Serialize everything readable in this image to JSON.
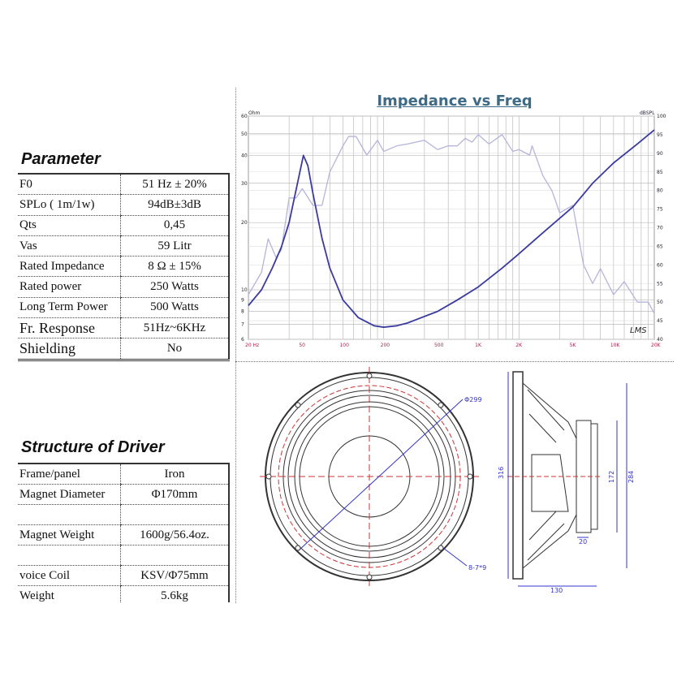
{
  "parameter": {
    "title": "Parameter",
    "rows": [
      {
        "label": "F0",
        "value": "51 Hz ± 20%"
      },
      {
        "label": "SPLo ( 1m/1w)",
        "value": "94dB±3dB"
      },
      {
        "label": "Qts",
        "value": "0,45"
      },
      {
        "label": "Vas",
        "value": "59 Litr"
      },
      {
        "label": "Rated Impedance",
        "value": "8 Ω ± 15%"
      },
      {
        "label": "Rated power",
        "value": "250 Watts"
      },
      {
        "label": "Long Term Power",
        "value": "500 Watts"
      },
      {
        "label": "Fr. Response",
        "value": "51Hz~6KHz"
      },
      {
        "label": "Shielding",
        "value": "No"
      }
    ]
  },
  "structure": {
    "title": "Structure of Driver",
    "rows": [
      {
        "label": "Frame/panel",
        "value": "Iron"
      },
      {
        "label": "Magnet Diameter",
        "value": "Φ170mm"
      },
      {
        "label": "",
        "value": ""
      },
      {
        "label": "Magnet Weight",
        "value": "1600g/56.4oz."
      },
      {
        "label": "",
        "value": ""
      },
      {
        "label": "voice Coil",
        "value": "KSV/Φ75mm"
      },
      {
        "label": "Weight",
        "value": "5.6kg"
      }
    ]
  },
  "drawing": {
    "dim_diameter": "Φ299",
    "dim_holes": "8-7*9",
    "dim_316": "316",
    "dim_172": "172",
    "dim_284": "284",
    "dim_20": "20",
    "dim_130": "130"
  },
  "chart_data": {
    "type": "line",
    "title": "Impedance vs Freq",
    "left_unit": "Ohm",
    "right_unit": "dBSPL",
    "watermark": "LMS",
    "xscale": "log",
    "xlim": [
      20,
      20000
    ],
    "x_ticks": [
      {
        "v": 20,
        "label": "20  Hz"
      },
      {
        "v": 50,
        "label": "50"
      },
      {
        "v": 100,
        "label": "100"
      },
      {
        "v": 200,
        "label": "200"
      },
      {
        "v": 500,
        "label": "500"
      },
      {
        "v": 1000,
        "label": "1K"
      },
      {
        "v": 2000,
        "label": "2K"
      },
      {
        "v": 5000,
        "label": "5K"
      },
      {
        "v": 10000,
        "label": "10K"
      },
      {
        "v": 20000,
        "label": "20K"
      }
    ],
    "ylim_left": [
      6,
      60
    ],
    "y_ticks_left": [
      6,
      7,
      8,
      9,
      10,
      20,
      30,
      40,
      50,
      60
    ],
    "ylim_right": [
      40,
      100
    ],
    "y_ticks_right": [
      40,
      45,
      50,
      55,
      60,
      65,
      70,
      75,
      80,
      85,
      90,
      95,
      100
    ],
    "series": [
      {
        "name": "Impedance",
        "axis": "left",
        "color": "#3a3aa0",
        "points": [
          [
            20,
            8.5
          ],
          [
            25,
            10
          ],
          [
            30,
            12.5
          ],
          [
            35,
            15.5
          ],
          [
            40,
            20
          ],
          [
            45,
            28
          ],
          [
            51,
            40
          ],
          [
            55,
            36
          ],
          [
            60,
            27
          ],
          [
            70,
            17
          ],
          [
            80,
            12.5
          ],
          [
            100,
            9
          ],
          [
            130,
            7.5
          ],
          [
            170,
            6.9
          ],
          [
            200,
            6.8
          ],
          [
            250,
            6.9
          ],
          [
            300,
            7.1
          ],
          [
            500,
            8
          ],
          [
            700,
            9
          ],
          [
            1000,
            10.3
          ],
          [
            1500,
            12.5
          ],
          [
            2000,
            14.5
          ],
          [
            3000,
            18
          ],
          [
            5000,
            23.5
          ],
          [
            7000,
            30
          ],
          [
            10000,
            37
          ],
          [
            15000,
            45
          ],
          [
            20000,
            52
          ]
        ]
      },
      {
        "name": "SPL",
        "axis": "right",
        "color": "#b4b4dc",
        "points": [
          [
            20,
            52
          ],
          [
            25,
            58
          ],
          [
            28,
            67
          ],
          [
            32,
            62
          ],
          [
            35,
            64
          ],
          [
            40,
            78
          ],
          [
            45,
            78
          ],
          [
            50,
            80.5
          ],
          [
            60,
            76
          ],
          [
            70,
            76
          ],
          [
            80,
            85
          ],
          [
            100,
            92
          ],
          [
            110,
            94.5
          ],
          [
            125,
            94.5
          ],
          [
            150,
            89.5
          ],
          [
            180,
            93.5
          ],
          [
            200,
            90.5
          ],
          [
            250,
            92
          ],
          [
            300,
            92.5
          ],
          [
            400,
            93.5
          ],
          [
            500,
            91
          ],
          [
            600,
            92
          ],
          [
            700,
            92
          ],
          [
            800,
            94
          ],
          [
            900,
            93
          ],
          [
            1000,
            95
          ],
          [
            1200,
            92.5
          ],
          [
            1500,
            95
          ],
          [
            1800,
            90.5
          ],
          [
            2000,
            91
          ],
          [
            2400,
            89.5
          ],
          [
            2500,
            92
          ],
          [
            3000,
            84
          ],
          [
            3500,
            80
          ],
          [
            4000,
            74
          ],
          [
            5000,
            76
          ],
          [
            6000,
            60
          ],
          [
            7000,
            55
          ],
          [
            8000,
            59
          ],
          [
            10000,
            52
          ],
          [
            12000,
            55.5
          ],
          [
            15000,
            50
          ],
          [
            18000,
            50
          ],
          [
            20000,
            47
          ]
        ]
      }
    ]
  }
}
